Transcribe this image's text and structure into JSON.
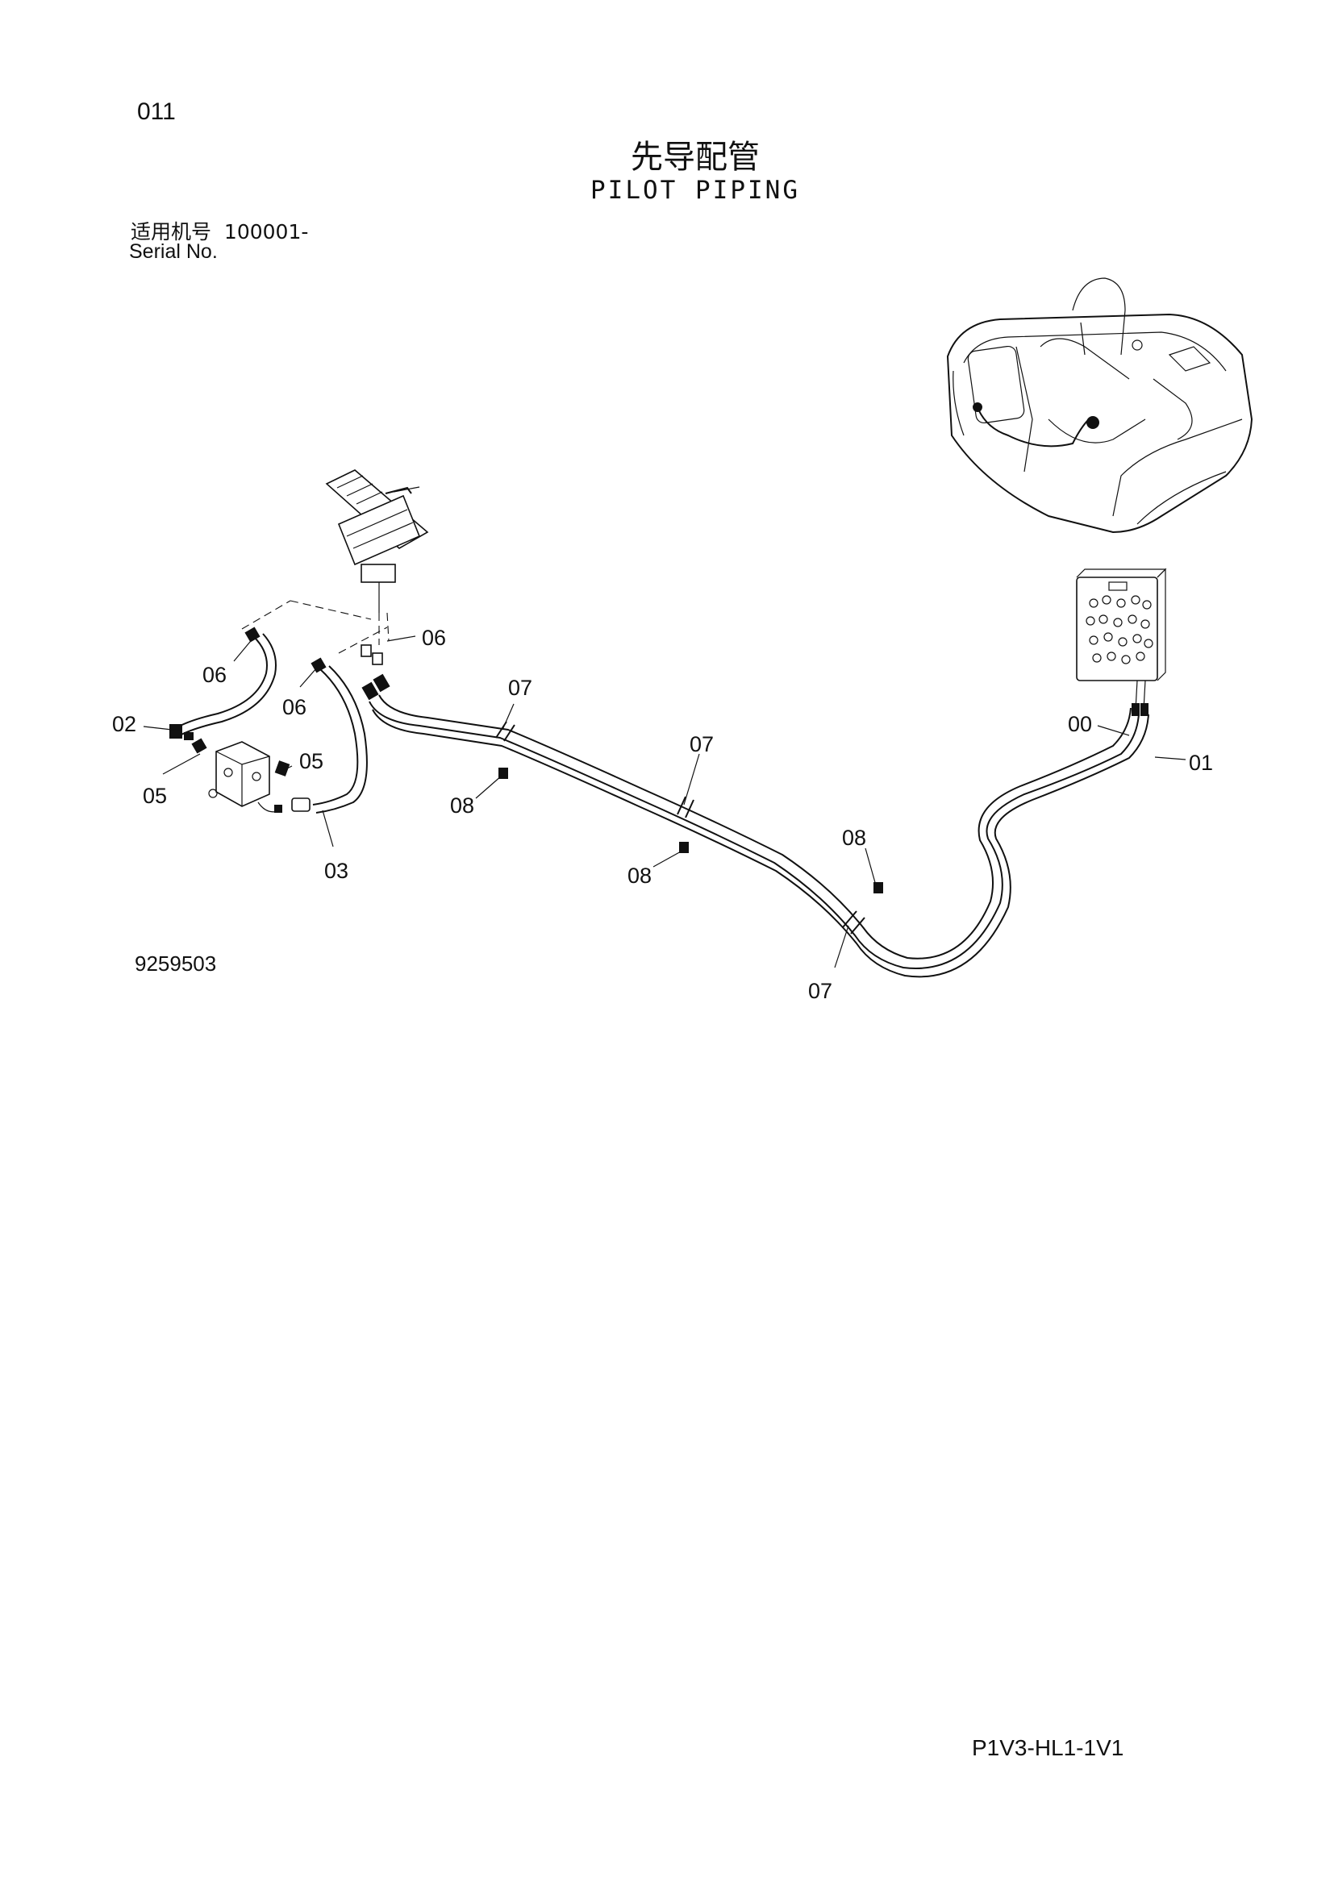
{
  "page_number": "011",
  "title_cn": "先导配管",
  "title_en": "PILOT PIPING",
  "serial": {
    "label_cn": "适用机号",
    "range": "100001-",
    "label_en": "Serial No."
  },
  "drawing_number": "9259503",
  "page_code": "P1V3-HL1-1V1",
  "callouts": [
    "00",
    "01",
    "02",
    "03",
    "05",
    "05",
    "06",
    "06",
    "06",
    "07",
    "07",
    "07",
    "08",
    "08",
    "08"
  ]
}
